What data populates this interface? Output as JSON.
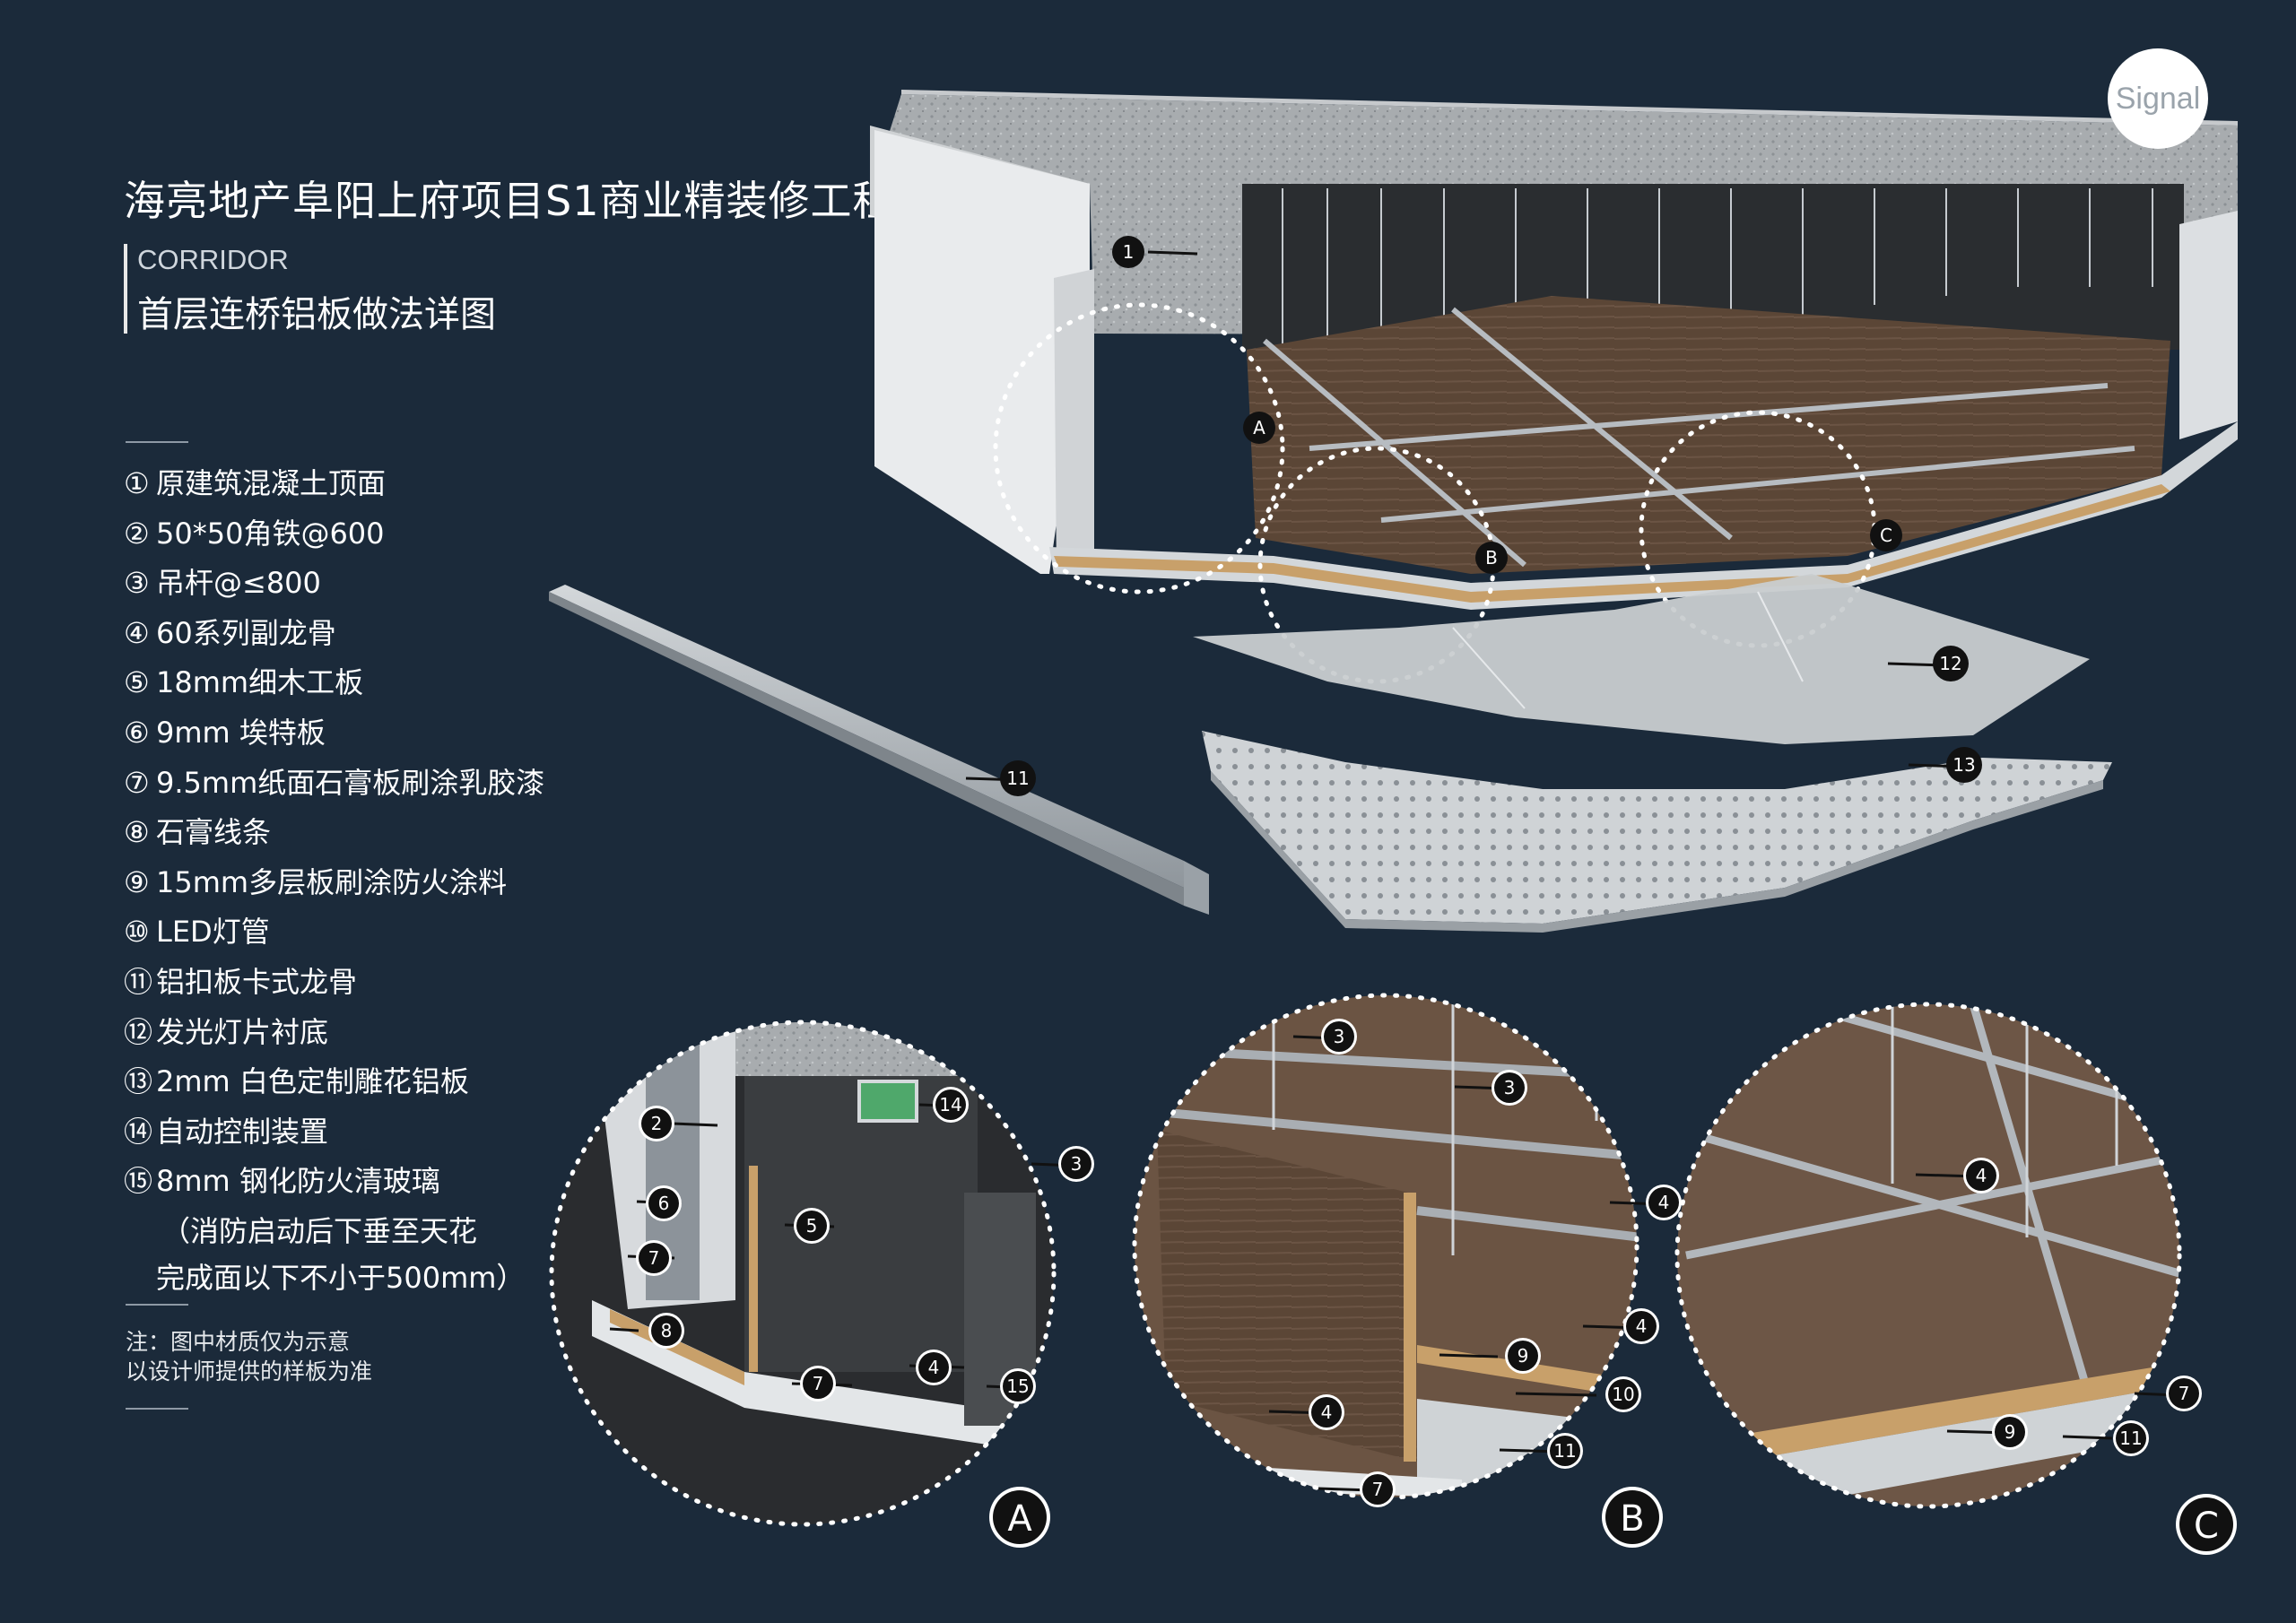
{
  "header": {
    "title": "海亮地产阜阳上府项目S1商业精装修工程",
    "tag": "CORRIDOR",
    "subtitle": "首层连桥铝板做法详图"
  },
  "badge": {
    "text": "Signal"
  },
  "legend": {
    "items": [
      {
        "num": "①",
        "text": "原建筑混凝土顶面"
      },
      {
        "num": "②",
        "text": "50*50角铁@600"
      },
      {
        "num": "③",
        "text": "吊杆@≤800"
      },
      {
        "num": "④",
        "text": "60系列副龙骨"
      },
      {
        "num": "⑤",
        "text": "18mm细木工板"
      },
      {
        "num": "⑥",
        "text": "9mm 埃特板"
      },
      {
        "num": "⑦",
        "text": "9.5mm纸面石膏板刷涂乳胶漆"
      },
      {
        "num": "⑧",
        "text": "石膏线条"
      },
      {
        "num": "⑨",
        "text": "15mm多层板刷涂防火涂料"
      },
      {
        "num": "⑩",
        "text": "LED灯管"
      },
      {
        "num": "⑪",
        "text": "铝扣板卡式龙骨"
      },
      {
        "num": "⑫",
        "text": "发光灯片衬底"
      },
      {
        "num": "⑬",
        "text": "2mm 白色定制雕花铝板"
      },
      {
        "num": "⑭",
        "text": "自动控制装置"
      },
      {
        "num": "⑮",
        "text": "8mm 钢化防火清玻璃"
      }
    ],
    "continuation": [
      "（消防启动后下垂至天花",
      "完成面以下不小于500mm）"
    ]
  },
  "notes": [
    "注：图中材质仅为示意",
    "以设计师提供的样板为准"
  ],
  "callouts": {
    "main": [
      "1",
      "A",
      "B",
      "C",
      "11",
      "12",
      "13"
    ],
    "detail_a": [
      "2",
      "3",
      "4",
      "5",
      "6",
      "7",
      "7",
      "8",
      "14",
      "15"
    ],
    "detail_b": [
      "3",
      "3",
      "4",
      "4",
      "4",
      "7",
      "9",
      "10",
      "11"
    ],
    "detail_c": [
      "4",
      "7",
      "9",
      "11"
    ]
  },
  "detail_labels": [
    "A",
    "B",
    "C"
  ],
  "colors": {
    "background": "#1b2a3a",
    "concrete": "#a7abae",
    "wood": "#5a4535",
    "veneer": "#c8a06a",
    "metal": "#b9bec3",
    "callout": "#111111"
  }
}
